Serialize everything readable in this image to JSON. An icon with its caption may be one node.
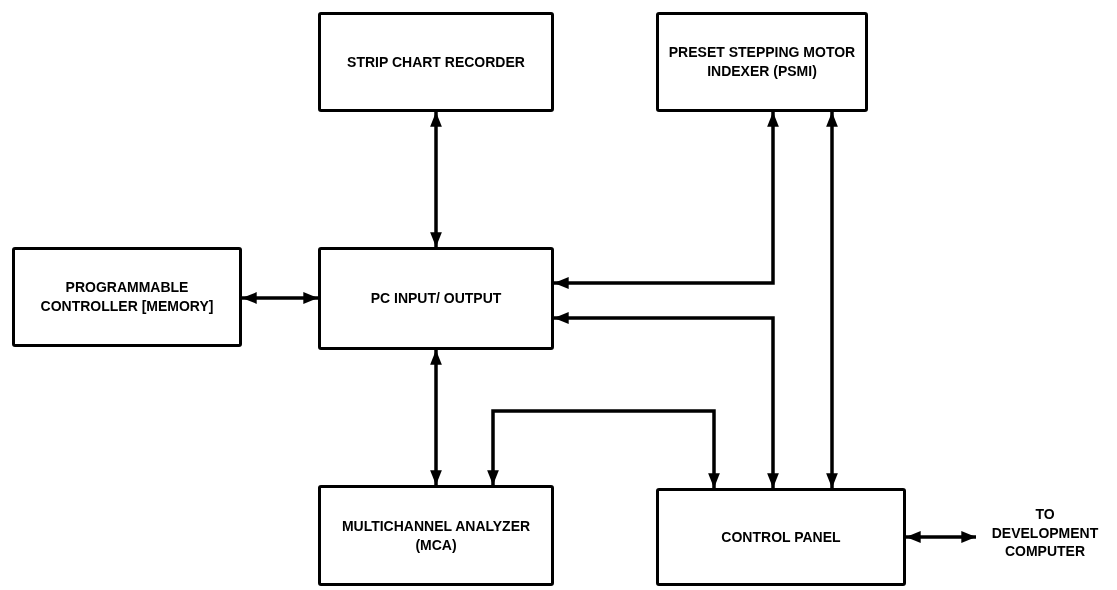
{
  "diagram": {
    "nodes": [
      {
        "text": [
          "STRIP CHART RECORDER"
        ]
      },
      {
        "text": [
          "PRESET STEPPING MOTOR INDEXER (PSMI)"
        ]
      },
      {
        "text": [
          "PROGRAMMABLE CONTROLLER [MEMORY]"
        ]
      },
      {
        "text": [
          "PC INPUT/ OUTPUT"
        ]
      },
      {
        "text": [
          "MULTICHANNEL ANALYZER (MCA)"
        ]
      },
      {
        "text": [
          "CONTROL PANEL"
        ]
      },
      {
        "text": [
          "TO DEVELOPMENT COMPUTER"
        ]
      }
    ],
    "edges": [
      {
        "from": 0,
        "to": 3,
        "arrow": "both"
      },
      {
        "from": 2,
        "to": 3,
        "arrow": "both"
      },
      {
        "from": 1,
        "to": 3,
        "arrow": "both"
      },
      {
        "from": 3,
        "to": 5,
        "arrow": "both"
      },
      {
        "from": 1,
        "to": 5,
        "arrow": "both"
      },
      {
        "from": 3,
        "to": 4,
        "arrow": "both"
      },
      {
        "from": 4,
        "to": 5,
        "arrow": "both"
      },
      {
        "from": 5,
        "to": 6,
        "arrow": "both"
      }
    ]
  }
}
